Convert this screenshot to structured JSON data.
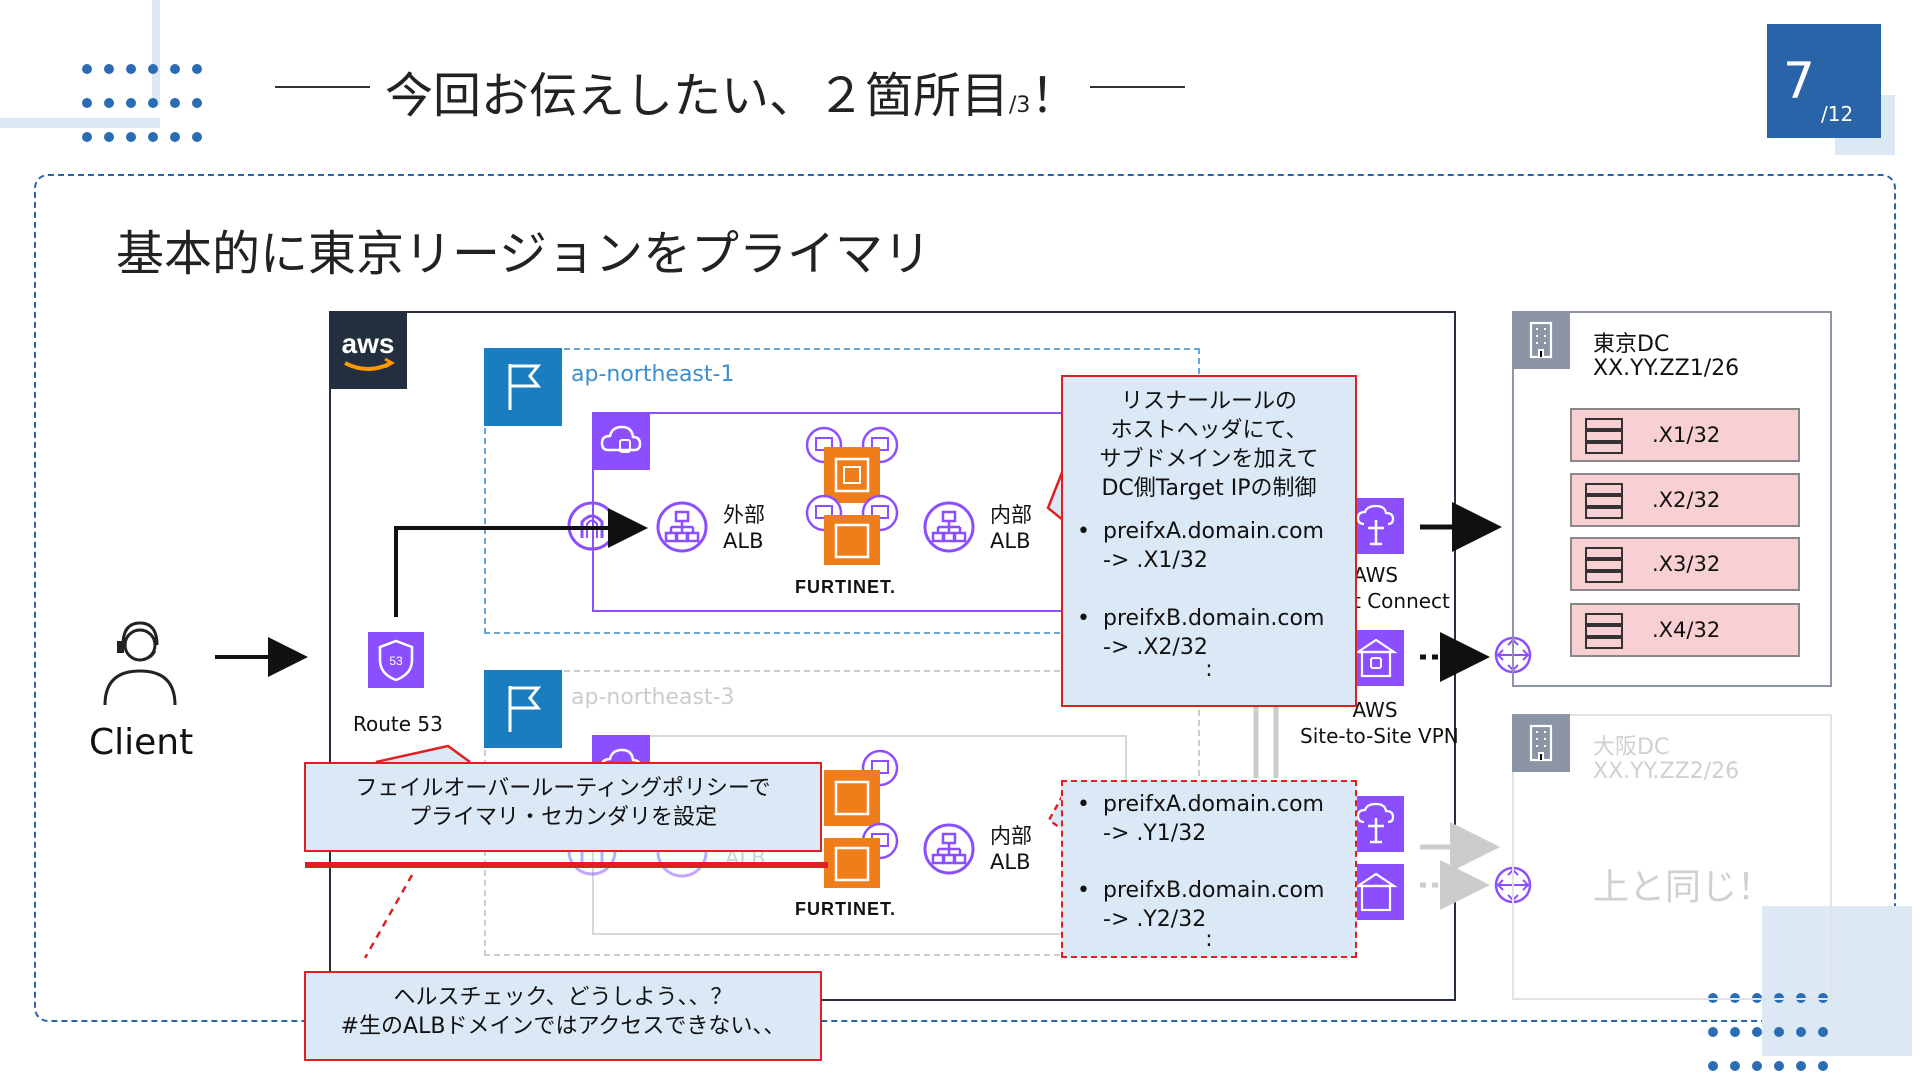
{
  "header": {
    "title_main": "今回お伝えしたい、２箇所目",
    "title_sub": "/3",
    "title_end": "！",
    "page_current": "7",
    "page_total": "/12"
  },
  "slide": {
    "heading": "基本的に東京リージョンをプライマリ"
  },
  "client": {
    "label": "Client"
  },
  "route53": {
    "label": "Route 53"
  },
  "regions": {
    "primary": "ap-northeast-1",
    "secondary": "ap-northeast-3"
  },
  "alb": {
    "external_1": "外部",
    "external_2": "ALB",
    "internal_1": "内部",
    "internal_2": "ALB",
    "faded_alb": "ALB"
  },
  "fortinet": {
    "logo": "FURTINET."
  },
  "aws_services": {
    "direct_connect_1": "AWS",
    "direct_connect_2": "t Connect",
    "vpn_1": "AWS",
    "vpn_2": "Site-to-Site VPN"
  },
  "callouts": {
    "listener": {
      "line1": "リスナールールの",
      "line2": "ホストヘッダにて、",
      "line3": "サブドメインを加えて",
      "line4": "DC側Target IPの制御",
      "item1_a": "preifxA.domain.com",
      "item1_b": "-> .X1/32",
      "item2_a": "preifxB.domain.com",
      "item2_b": "-> .X2/32",
      "more": ":"
    },
    "secondary_rules": {
      "item1_a": "preifxA.domain.com",
      "item1_b": "-> .Y1/32",
      "item2_a": "preifxB.domain.com",
      "item2_b": "-> .Y2/32",
      "more": ":"
    },
    "failover": {
      "line1": "フェイルオーバールーティングポリシーで",
      "line2": "プライマリ・セカンダリを設定"
    },
    "healthcheck": {
      "line1": "ヘルスチェック、どうしよう、、？",
      "line2": "#生のALBドメインではアクセスできない、、"
    }
  },
  "tokyo_dc": {
    "name": "東京DC",
    "cidr": "XX.YY.ZZ1/26",
    "servers": [
      ".X1/32",
      ".X2/32",
      ".X3/32",
      ".X4/32"
    ]
  },
  "osaka_dc": {
    "name": "大阪DC",
    "cidr": "XX.YY.ZZ2/26",
    "note": "上と同じ！"
  },
  "colors": {
    "accent_blue": "#2a64a8",
    "region_blue": "#1a7dc0",
    "vpc_purple": "#8c4fff",
    "fortinet_orange": "#ef7e1a",
    "callout_red": "#e02020",
    "callout_fill": "#dbe8f5"
  }
}
